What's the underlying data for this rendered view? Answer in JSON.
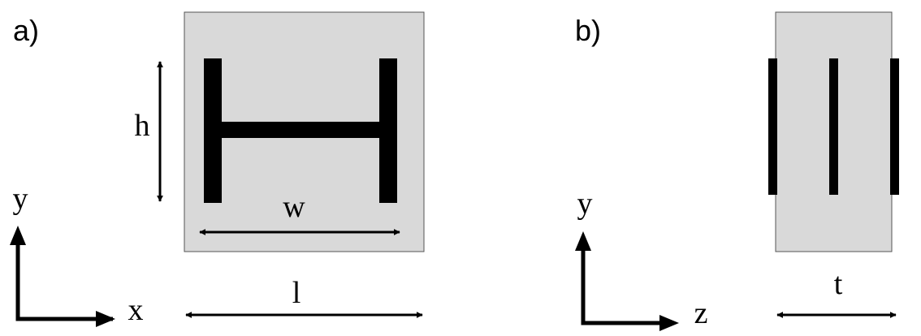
{
  "panels": {
    "a": {
      "label": "a)",
      "dimension_height": "h",
      "dimension_width": "w",
      "dimension_length": "l",
      "axis_vertical": "y",
      "axis_horizontal": "x"
    },
    "b": {
      "label": "b)",
      "dimension_thickness": "t",
      "axis_vertical": "y",
      "axis_horizontal": "z"
    }
  },
  "colors": {
    "substrate": "#d9d9d9",
    "metal": "#000000",
    "background": "#ffffff"
  }
}
